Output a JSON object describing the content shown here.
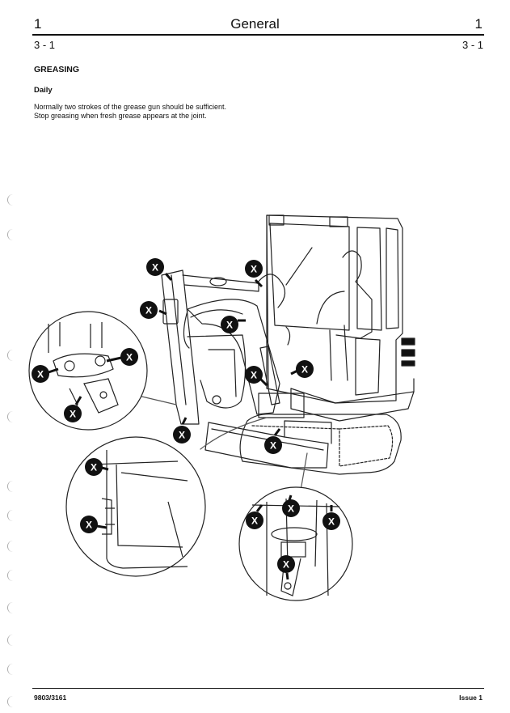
{
  "header": {
    "left_number": "1",
    "title": "General",
    "right_number": "1",
    "left_sub": "3 - 1",
    "right_sub": "3 - 1"
  },
  "content": {
    "heading": "GREASING",
    "subheading": "Daily",
    "paragraph": [
      "Normally two strokes of the grease gun should be sufficient.",
      "Stop greasing when fresh grease appears at the joint."
    ]
  },
  "illustration": {
    "marker_label": "X",
    "marker_icon": "grease-point-icon"
  },
  "footer": {
    "doc_number": "9803/3161",
    "issue": "Issue 1"
  }
}
